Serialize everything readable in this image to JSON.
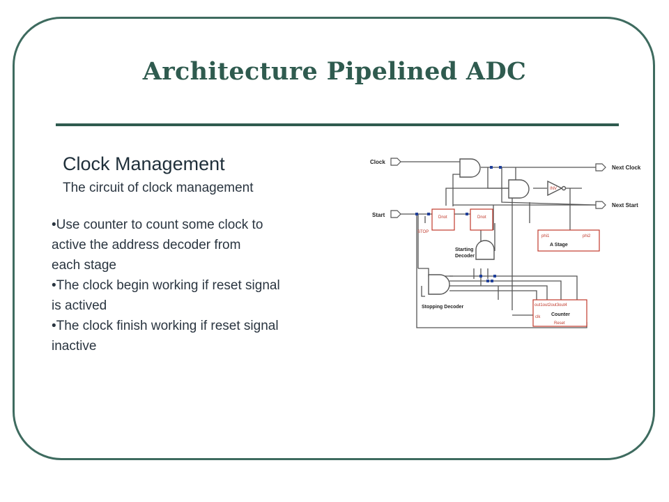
{
  "slide": {
    "title": "Architecture Pipelined ADC",
    "heading": "Clock Management",
    "subheading": "The circuit of clock management",
    "bullets": [
      "•Use counter to count some clock to",
      "active the address decoder from",
      " each stage",
      "•The clock begin working if reset signal",
      "  is actived",
      "•The clock finish working if reset signal",
      "  inactive"
    ]
  },
  "diagram": {
    "inputs": {
      "clock": "Clock",
      "start": "Start"
    },
    "outputs": {
      "next_clock": "Next Clock",
      "next_start": "Next Start"
    },
    "stop_label": "STOP",
    "dff_label": "Dnot",
    "starting_decoder": [
      "Starting",
      "Decoder"
    ],
    "stopping_decoder": "Stopping Decoder",
    "a_stage": {
      "label": "A Stage",
      "phi1": "phi1",
      "phi2": "phi2"
    },
    "inverter_label": "INV",
    "counter": {
      "label": "Counter",
      "outputs": "out1out2out3out4",
      "clk": "clk",
      "reset": "Reset"
    },
    "colors": {
      "frame": "#3e6b5f",
      "title": "#2f5b4f",
      "wire": "#555555",
      "component": "#c0392b",
      "junction": "#1f3f9a"
    }
  }
}
